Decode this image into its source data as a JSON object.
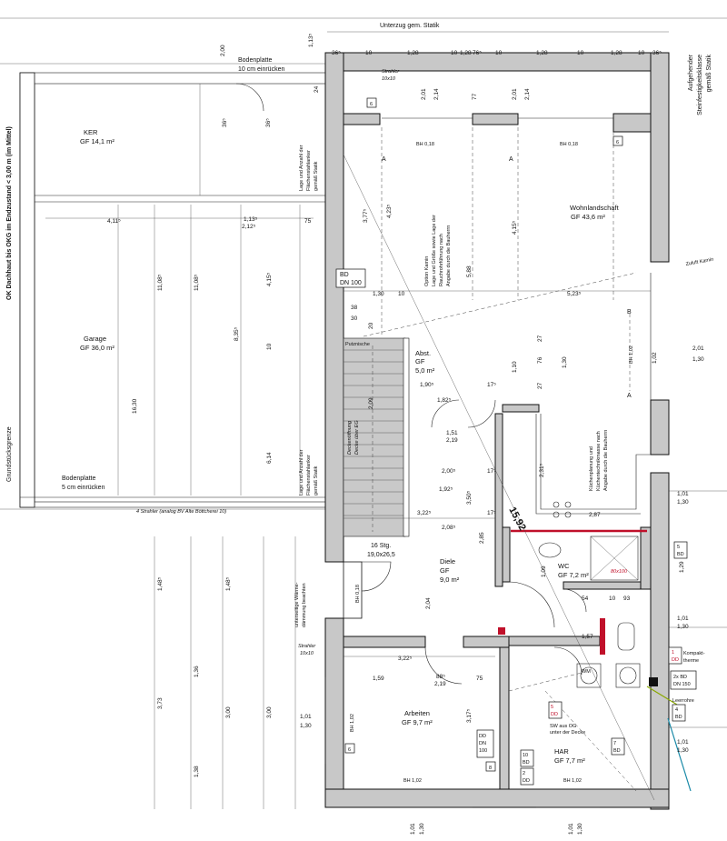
{
  "rooms": {
    "ker": {
      "name": "KER",
      "area": "GF 14,1 m²"
    },
    "garage": {
      "name": "Garage",
      "area": "GF 36,0 m²"
    },
    "wohn": {
      "name": "Wohnlandschaft",
      "area": "GF 43,6 m²"
    },
    "abst": {
      "name": "Abst.",
      "area": "GF",
      "area2": "5,0 m²"
    },
    "diele": {
      "name": "Diele",
      "area": "GF",
      "area2": "9,0 m²"
    },
    "wc": {
      "name": "WC",
      "area": "GF 7,2 m²"
    },
    "arbeiten": {
      "name": "Arbeiten",
      "area": "GF 9,7 m²"
    },
    "har": {
      "name": "HAR",
      "area": "GF 7,7 m²"
    }
  },
  "notes": {
    "unterzug": "Unterzug gem. Statik",
    "bodenplatte1": "Bodenplatte",
    "bodenplatte1b": "10 cm einrücken",
    "bodenplatte2": "Bodenplatte",
    "bodenplatte2b": "5 cm einrücken",
    "strahler1": "Strahler",
    "strahler1b": "10x10",
    "strahler2": "Strahler",
    "strahler2b": "10x10",
    "strahler4": "4 Strahler (analog BV Alte Böttcherei 10)",
    "aufgeh": "Aufgehender",
    "aufgeh2": "Steinfestigkeitsklasse",
    "aufgeh3": "gemäß Statik",
    "ok_dach": "OK Dachhaut bis OKG im Endzustand < 3,00 m (im Mittel)",
    "grenze": "Grundstücksgrenze",
    "anker1": "Lage und Anzahl der",
    "anker1b": "Flächenstahlanker",
    "anker1c": "gemäß Statik",
    "anker2": "Lage und Anzahl der",
    "anker2b": "Flächenstahlanker",
    "anker2c": "gemäß Statik",
    "kamin1": "Option Kamin",
    "kamin2": "Lage und Größe sowie Lage der",
    "kamin3": "Rauchrohrführung nach",
    "kamin4": "Angabe durch die Bauherrn",
    "zuluft": "Zuluft Kamin",
    "kueche1": "Küchenplanung und",
    "kueche2": "Küchentechnikmasse nach",
    "kueche3": "Angabe durch die Bauherrn",
    "putznische": "Putznische",
    "deckenoeffnung": "Deckenöffnung",
    "deckenoeffnung2": "Decke über EG",
    "stg": "16 Stg.",
    "stg2": "19,0x26,5",
    "waerme1": "unterseitige Wärme-",
    "waerme2": "dämmung beachten",
    "kompakt1": "Kompakt-",
    "kompakt2": "therme",
    "leerrohre": "Leerrohre",
    "sw_og": "SW aus OG",
    "sw_og2": "unter der Decke",
    "wm": "WM",
    "shower": "80x100",
    "diag": "15,92"
  },
  "tags": {
    "bd_dn100": "BD",
    "bd_dn100b": "DN 100",
    "dd_dn100": "DD",
    "dd_dn100b": "DN",
    "dd_dn100c": "100",
    "bd2x": "2x BD",
    "bd2xb": "DN 150",
    "bd5": "5",
    "bd5b": "BD",
    "bd4": "4",
    "bd4b": "BD",
    "dd1": "1",
    "dd1b": "DD",
    "bd10": "10",
    "bd10b": "BD",
    "dd2": "2",
    "dd2b": "DD",
    "bd7": "7",
    "bd7b": "BD",
    "dd5": "5",
    "dd5b": "DD",
    "n6": "6",
    "n8": "8",
    "bh018": "BH 0,18",
    "bh102": "BH 1,02",
    "secA": "A",
    "secB": "B"
  },
  "dims": {
    "top": [
      "36⁵",
      "10",
      "1,28",
      "10",
      "1,28",
      "76⁵",
      "10",
      "1,28",
      "10",
      "1,28",
      "10",
      "36⁵"
    ],
    "d200": "2,00",
    "d113": "1,13⁵",
    "d24": "24",
    "d201": "2,01",
    "d214": "2,14",
    "d77": "77",
    "d10": "10",
    "d365": "36⁵",
    "d4115": "4,11⁵",
    "d1135": "1,13⁵",
    "d2125": "2,12⁵",
    "d75": "75",
    "d3775": "3,77⁵",
    "d4235": "4,23⁵",
    "d4155": "4,15⁵",
    "d588": "5,88",
    "d1085a": "11,08⁵",
    "d1085b": "11,08⁵",
    "d4155b": "4,15⁵",
    "d8355": "8,35⁵",
    "d1630": "16,30",
    "d614": "6,14",
    "d130": "1,30",
    "d5235": "5,23⁵",
    "d38": "38",
    "d30": "30",
    "d20": "20",
    "d102": "1,02",
    "d201b": "2,01",
    "d130b": "1,30",
    "d190": "1,90⁵",
    "d1825": "1,82⁵",
    "d175": "17⁵",
    "d110": "1,10",
    "d130c": "1,30",
    "d27": "27",
    "d76": "76",
    "d151": "1,51",
    "d219": "2,19",
    "d2005": "2,00⁵",
    "d1925": "1,92⁵",
    "d3225": "3,22⁵",
    "d2085": "2,08⁵",
    "d2315": "2,31⁵",
    "d3505": "3,50⁵",
    "d287": "2,87",
    "d285": "2,85",
    "d209": "2,09",
    "d204": "2,04",
    "d109": "1,09",
    "d1485": "1,48⁵",
    "d136": "1,36",
    "d373": "3,73",
    "d300": "3,00",
    "d138": "1,38",
    "d3225b": "3,22⁵",
    "d159": "1,59",
    "d885": "88⁵",
    "d219b": "2,19",
    "d3175": "3,17⁵",
    "d101a": "1,01",
    "d130d": "1,30",
    "d54": "54",
    "d93": "93",
    "d157": "1,57",
    "d129": "1,29",
    "d101b": "1,01",
    "d130e": "1,30",
    "d101c": "1,01",
    "d130f": "1,30",
    "d101d": "1,01",
    "d101e": "1,01",
    "d101f": "1,01",
    "d130g": "1,30",
    "d130h": "1,30"
  }
}
